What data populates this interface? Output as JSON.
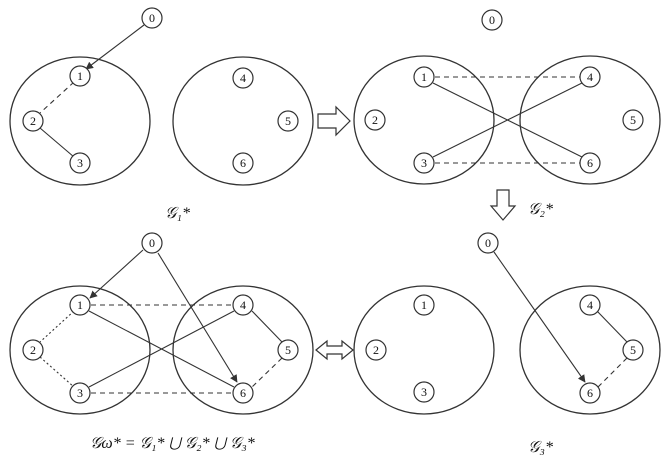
{
  "node_labels": {
    "n0": "0",
    "n1": "1",
    "n2": "2",
    "n3": "3",
    "n4": "4",
    "n5": "5",
    "n6": "6"
  },
  "captions": {
    "g1": "𝒢₁*",
    "g2": "𝒢₂*",
    "g3": "𝒢₃*",
    "gw": "𝒢ω* = 𝒢₁* ⋃ 𝒢₂* ⋃ 𝒢₃*"
  },
  "colors": {
    "stroke": "#333333",
    "background": "#ffffff"
  }
}
